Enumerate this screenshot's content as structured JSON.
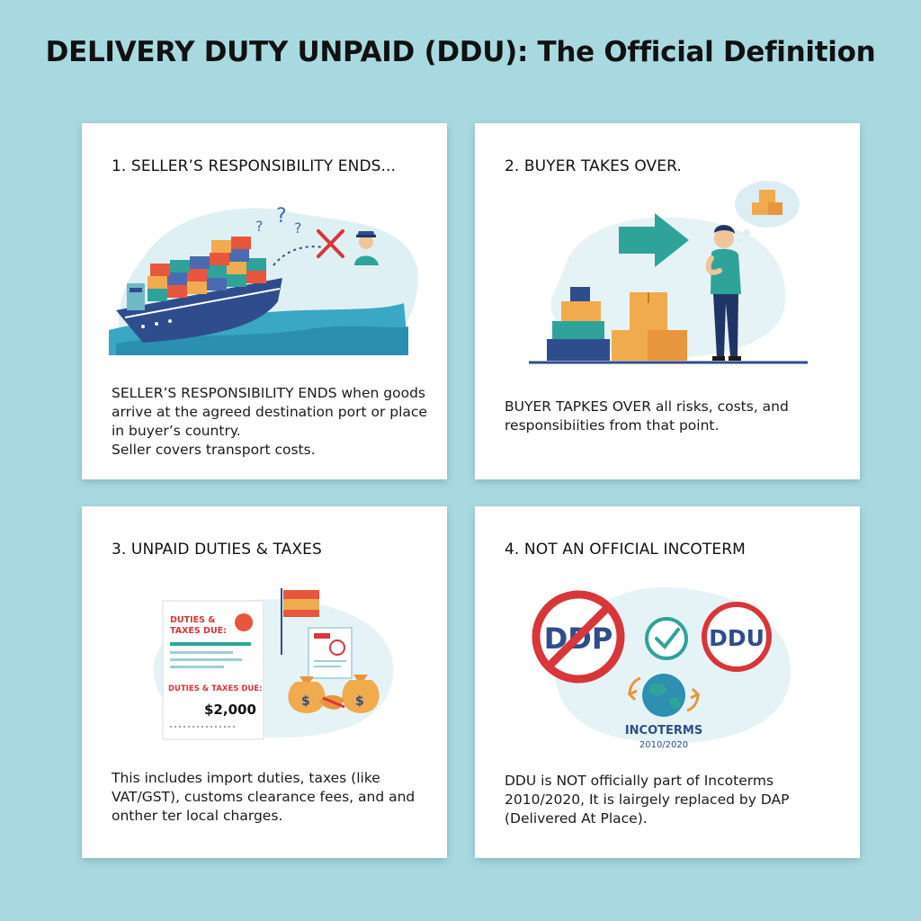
{
  "title": "DELIVERY DUTY UNPAID (DDU): The Official Definition",
  "colors": {
    "background": "#a9d9e0",
    "card": "#ffffff",
    "accent_teal": "#2fa39a",
    "accent_red": "#d8363a",
    "ship_blue": "#2f4d8c",
    "box_orange": "#f0ab4f"
  },
  "cards": [
    {
      "heading": "1. SELLER’S RESPONSIBILITY ENDS...",
      "illustration": "cargo-ship-with-customs-officer",
      "body": [
        "SELLER’S RESPONSIBILITY ENDS when goods arrive at the agreed destination port or place in buyer’s country.",
        "Seller covers transport costs."
      ]
    },
    {
      "heading": "2. BUYER TAKES OVER.",
      "illustration": "buyer-with-boxes-and-arrow",
      "body": [
        "BUYER TAPKES OVER all risks, costs, and responsibiities from that point."
      ]
    },
    {
      "heading": "3. UNPAID DUTIES & TAXES",
      "illustration": "invoice-flag-moneybags-handshake",
      "doc_title": "DUTIES & TAXES DUE:",
      "doc_label": "DUTIES & TAXES DUE:",
      "doc_amount": "$2,000",
      "body": [
        "This includes import duties, taxes (like VAT/GST), customs clearance fees, and and onther ter local charges."
      ]
    },
    {
      "heading": "4. NOT AN OFFICIAL INCOTERM",
      "illustration": "ddp-ddu-incoterms-globe",
      "badge_left": "DDP",
      "badge_right": "DDU",
      "globe_label": "INCOTERMS",
      "globe_sub": "2010/2020",
      "body": [
        "DDU is NOT officially part of Incoterms 2010/2020, It is lairgely replaced by DAP (Delivered At Place)."
      ]
    }
  ]
}
